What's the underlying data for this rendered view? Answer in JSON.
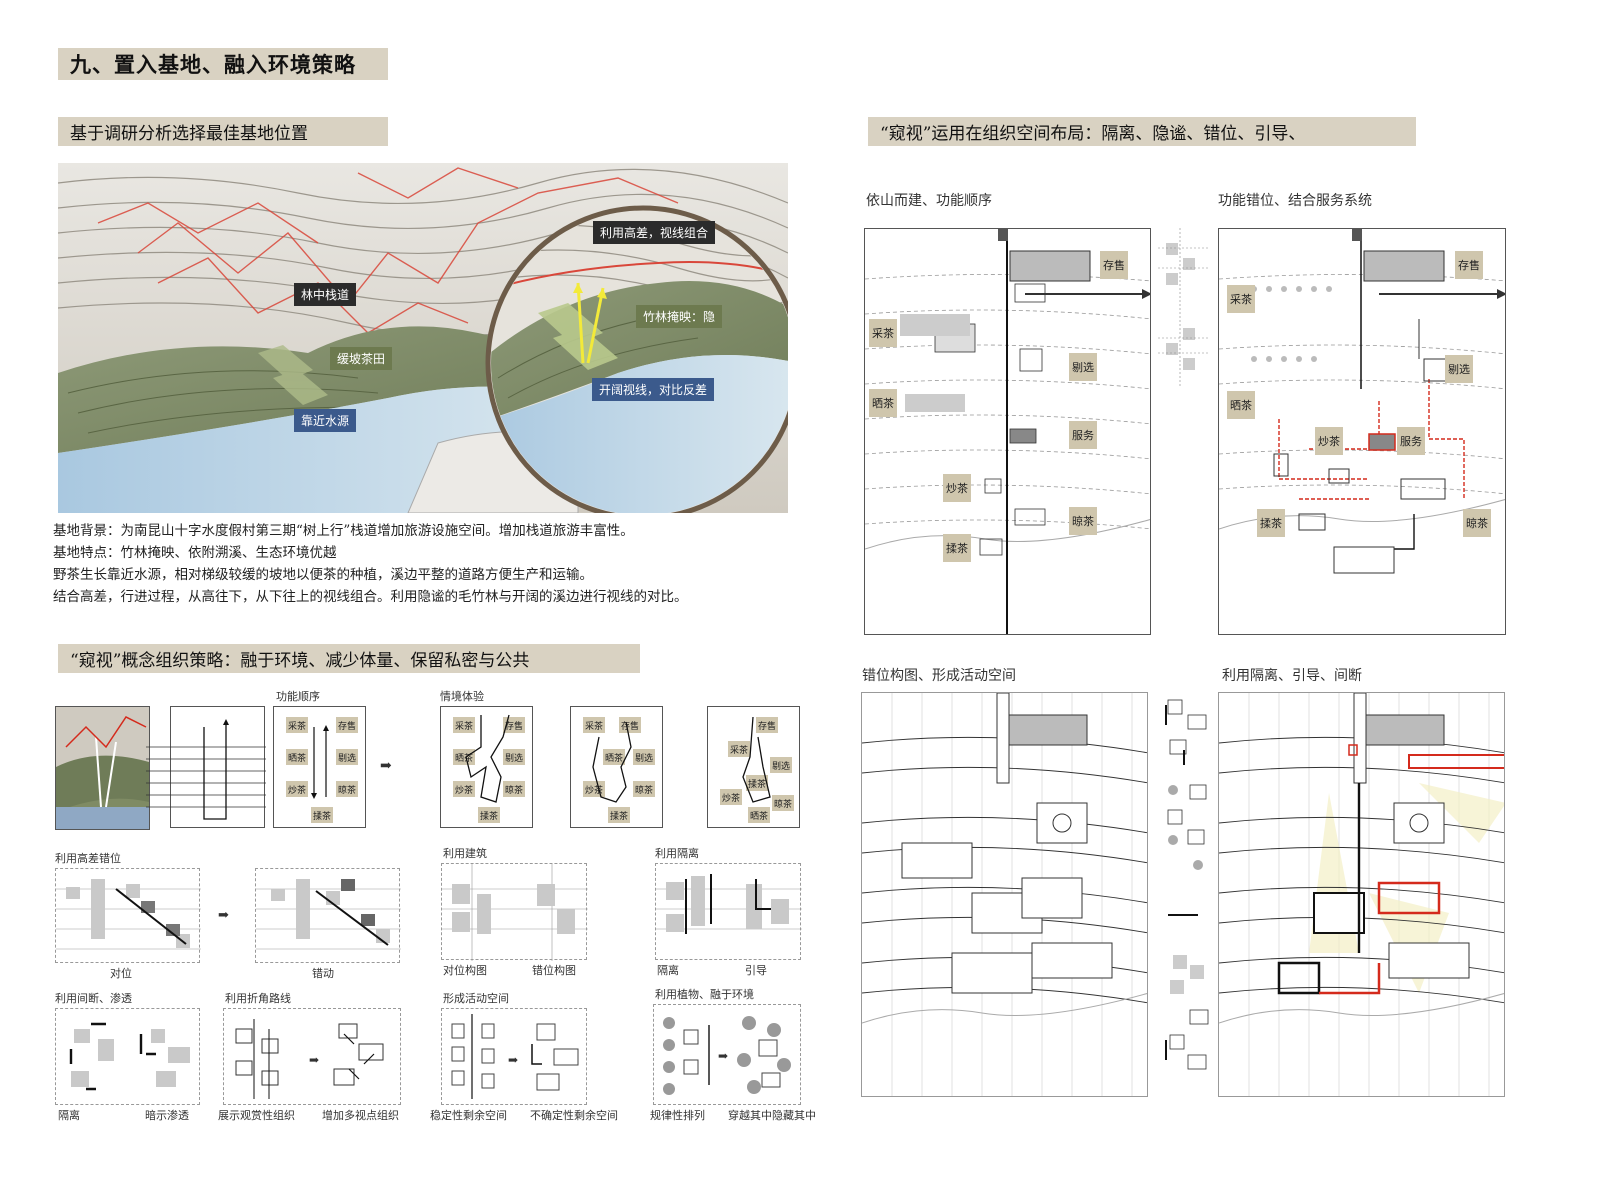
{
  "title": "九、置入基地、融入环境策略",
  "left": {
    "section1_title": "基于调研分析选择最佳基地位置",
    "site_labels": {
      "forest_path": "林中栈道",
      "slope_tea": "缓坡茶田",
      "water": "靠近水源",
      "height_view": "利用高差，视线组合",
      "bamboo": "竹林掩映：隐",
      "open_view": "开阔视线，对比反差"
    },
    "paragraphs": [
      "基地背景：为南昆山十字水度假村第三期“树上行”栈道增加旅游设施空间。增加栈道旅游丰富性。",
      "基地特点：竹林掩映、依附溯溪、生态环境优越",
      "野茶生长靠近水源，相对梯级较缓的坡地以便茶的种植，溪边平整的道路方便生产和运输。",
      "结合高差，行进过程，从高往下，从下往上的视线组合。利用隐谧的毛竹林与开阔的溪边进行视线的对比。"
    ],
    "section2_title": "“窥视”概念组织策略：融于环境、减少体量、保留私密与公共",
    "concept_labels": {
      "func_order": "功能顺序",
      "scene": "情境体验"
    },
    "func_tags": [
      "采茶",
      "存售",
      "晒茶",
      "剔选",
      "炒茶",
      "晾茶",
      "揉茶"
    ],
    "strategies": {
      "height": "利用高差错位",
      "height_a": "对位",
      "height_b": "错动",
      "building": "利用建筑",
      "building_a": "对位构图",
      "building_b": "错位构图",
      "isolate": "利用隔离",
      "isolate_a": "隔离",
      "isolate_b": "引导",
      "gap": "利用间断、渗透",
      "gap_a": "隔离",
      "gap_b": "暗示渗透",
      "fold": "利用折角路线",
      "fold_a": "展示观赏性组织",
      "fold_b": "增加多视点组织",
      "activity": "形成活动空间",
      "activity_a": "稳定性剩余空间",
      "activity_b": "不确定性剩余空间",
      "plant": "利用植物、融于环境",
      "plant_a": "规律性排列",
      "plant_b": "穿越其中隐藏其中"
    }
  },
  "right": {
    "section_title": "“窥视”运用在组织空间布局：隔离、隐谧、错位、引导、",
    "plan1_title": "依山而建、功能顺序",
    "plan2_title": "功能错位、结合服务系统",
    "plan3_title": "错位构图、形成活动空间",
    "plan4_title": "利用隔离、引导、间断",
    "plan1_tags": [
      "存售",
      "采茶",
      "剔选",
      "晒茶",
      "服务",
      "炒茶",
      "晾茶",
      "揉茶"
    ],
    "plan2_tags": [
      "存售",
      "采茶",
      "剔选",
      "晒茶",
      "炒茶",
      "服务",
      "揉茶",
      "晾茶"
    ]
  },
  "colors": {
    "banner": "#d9d2c2",
    "tag": "#cfc6ad",
    "callout_dark": "#2b2b2b",
    "callout_green": "#6d7a4f",
    "callout_blue": "#3b5a8c",
    "red": "#d42a1c"
  }
}
